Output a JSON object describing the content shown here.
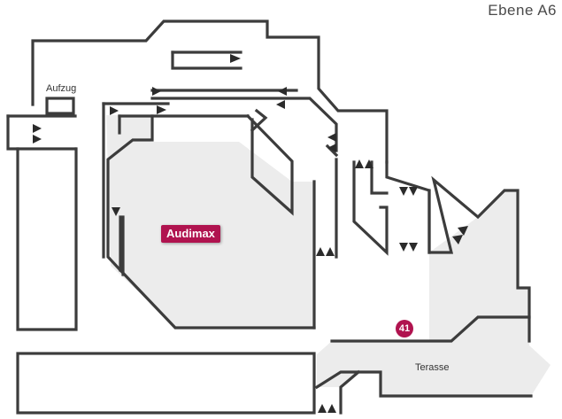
{
  "floor_label": "Ebene A6",
  "rooms": {
    "main_hall": "Audimax",
    "elevator": "Aufzug",
    "terrace": "Terasse"
  },
  "marker": {
    "number": "41"
  },
  "colors": {
    "accent": "#b0134f",
    "wall": "#3c3c3c",
    "floor_area": "#ececec",
    "background": "#ffffff"
  },
  "icons": {
    "stair_arrow": "triangle-arrow-icon"
  }
}
